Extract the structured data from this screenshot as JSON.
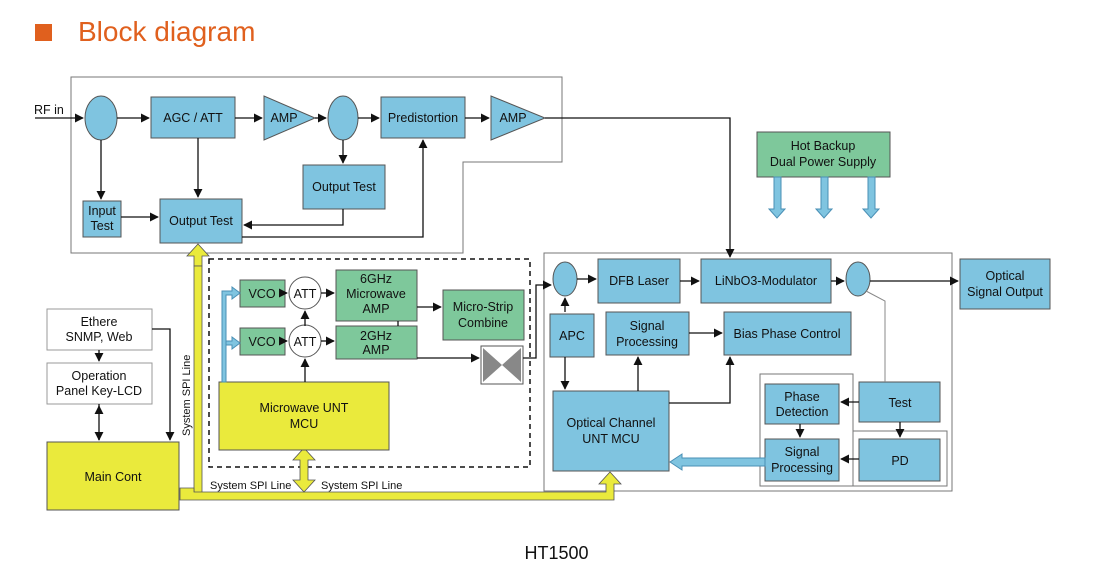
{
  "page_title": "Block diagram",
  "caption": "HT1500",
  "colors": {
    "blue_block": "#7fc4e0",
    "green_block": "#7ec89b",
    "yellow_block": "#eaea3c",
    "accent": "#e0601e"
  },
  "labels": {
    "rf_in": "RF in",
    "agc_att": "AGC / ATT",
    "amp1": "AMP",
    "predistortion": "Predistortion",
    "amp2": "AMP",
    "output_test_top": "Output Test",
    "input_test_1": "Input",
    "input_test_2": "Test",
    "output_test_main": "Output Test",
    "hot_backup_1": "Hot Backup",
    "hot_backup_2": "Dual Power Supply",
    "ethernet_1": "Ethere",
    "ethernet_2": "SNMP, Web",
    "operation_1": "Operation",
    "operation_2": "Panel Key-LCD",
    "main_cont": "Main Cont",
    "vco1": "VCO",
    "vco2": "VCO",
    "att1": "ATT",
    "att2": "ATT",
    "mw6_1": "6GHz",
    "mw6_2": "Microwave",
    "mw6_3": "AMP",
    "amp2g_1": "2GHz",
    "amp2g_2": "AMP",
    "microstrip_1": "Micro-Strip",
    "microstrip_2": "Combine",
    "mw_mcu_1": "Microwave UNT",
    "mw_mcu_2": "MCU",
    "spi_vertical": "System SPI Line",
    "spi_h1": "System SPI Line",
    "spi_h2": "System SPI Line",
    "dfb_laser": "DFB Laser",
    "linbo3": "LiNbO3-Modulator",
    "optical_out_1": "Optical",
    "optical_out_2": "Signal Output",
    "apc": "APC",
    "sig_proc_top_1": "Signal",
    "sig_proc_top_2": "Processing",
    "bias_phase": "Bias Phase Control",
    "optical_mcu_1": "Optical Channel",
    "optical_mcu_2": "UNT MCU",
    "phase_det_1": "Phase",
    "phase_det_2": "Detection",
    "test": "Test",
    "sig_proc_bot_1": "Signal",
    "sig_proc_bot_2": "Processing",
    "pd": "PD"
  }
}
